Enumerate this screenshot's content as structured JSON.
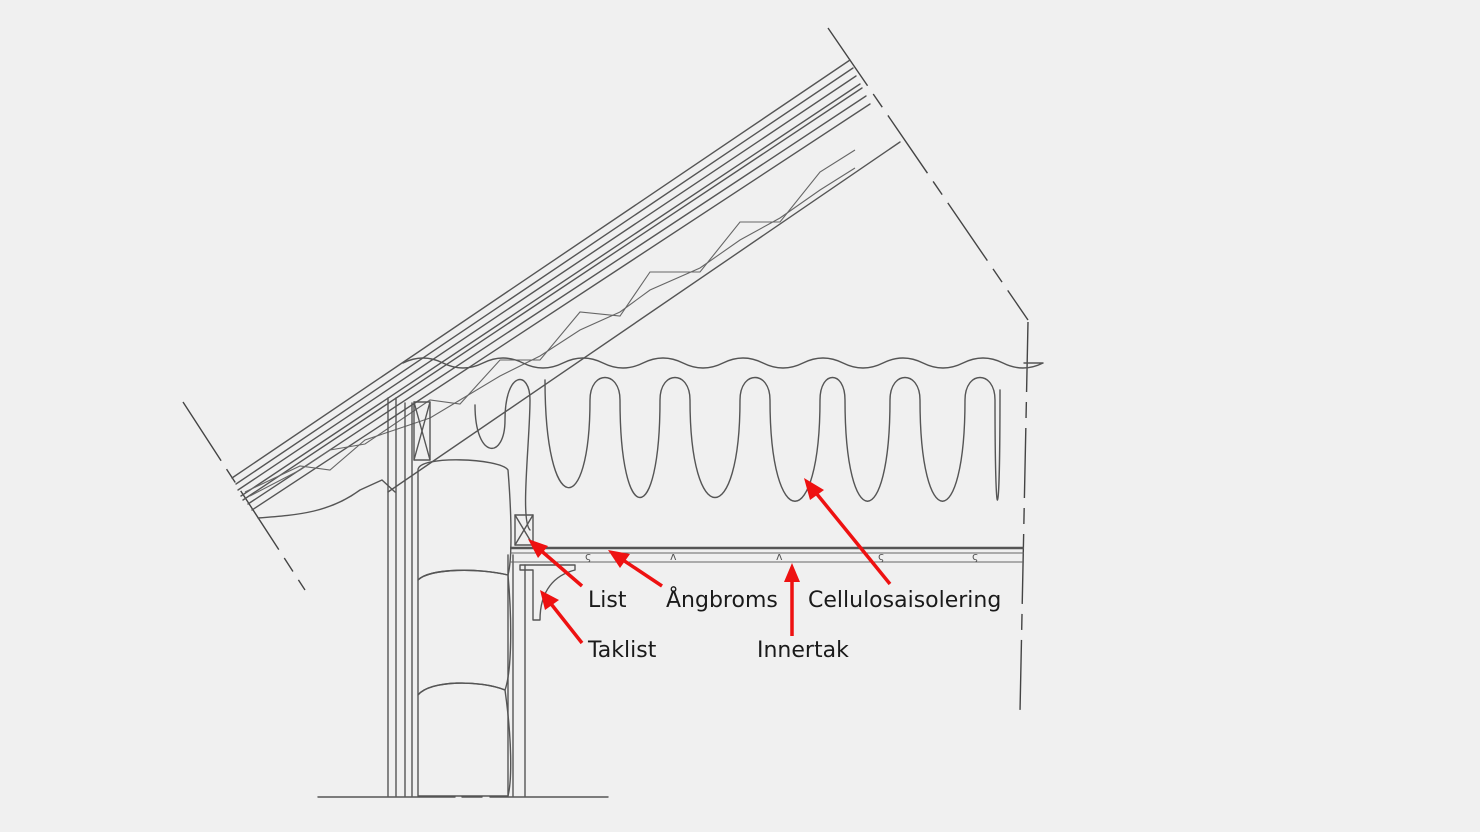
{
  "diagram": {
    "title": "Roof-ceiling junction section with cellulose insulation",
    "background": "#f0f0f0",
    "line_color": "#555555",
    "arrow_color": "#ee1111",
    "labels": [
      {
        "id": "list",
        "text": "List"
      },
      {
        "id": "angbroms",
        "text": "Ångbroms"
      },
      {
        "id": "cellulosaisolering",
        "text": "Cellulosaisolering"
      },
      {
        "id": "taklist",
        "text": "Taklist"
      },
      {
        "id": "innertak",
        "text": "Innertak"
      }
    ]
  }
}
